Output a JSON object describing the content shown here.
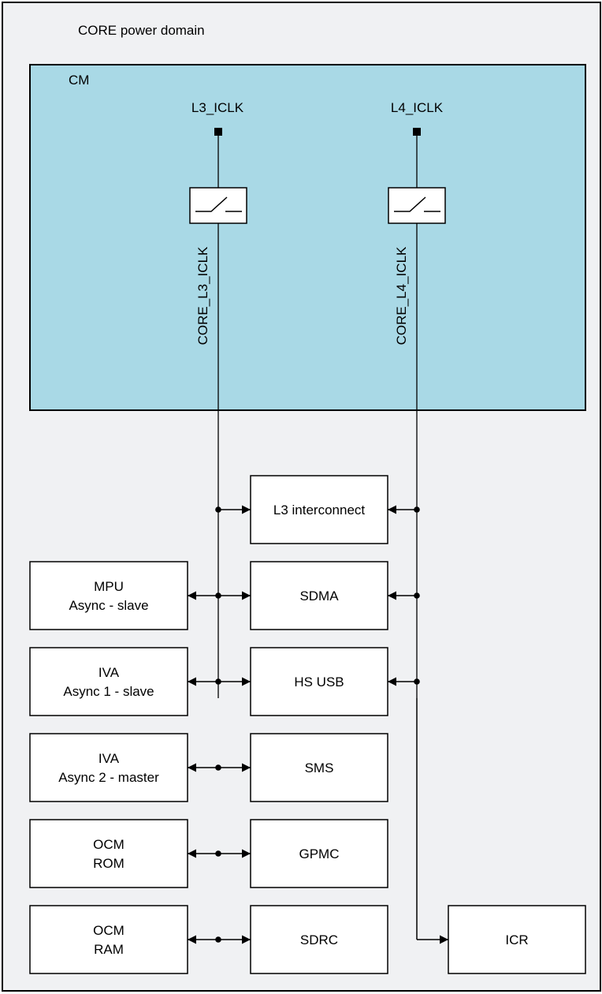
{
  "domain_title": "CORE power domain",
  "cm": {
    "title": "CM",
    "clocks": [
      {
        "input": "L3_ICLK",
        "output": "CORE_L3_ICLK"
      },
      {
        "input": "L4_ICLK",
        "output": "CORE_L4_ICLK"
      }
    ]
  },
  "middle_blocks": [
    {
      "lines": [
        "L3 interconnect"
      ]
    },
    {
      "lines": [
        "SDMA"
      ]
    },
    {
      "lines": [
        "HS USB"
      ]
    },
    {
      "lines": [
        "SMS"
      ]
    },
    {
      "lines": [
        "GPMC"
      ]
    },
    {
      "lines": [
        "SDRC"
      ]
    }
  ],
  "left_blocks": [
    {
      "lines": [
        "MPU",
        "Async - slave"
      ]
    },
    {
      "lines": [
        "IVA",
        "Async 1 - slave"
      ]
    },
    {
      "lines": [
        "IVA",
        "Async 2 - master"
      ]
    },
    {
      "lines": [
        "OCM",
        "ROM"
      ]
    },
    {
      "lines": [
        "OCM",
        "RAM"
      ]
    }
  ],
  "right_block": {
    "lines": [
      "ICR"
    ]
  },
  "colors": {
    "domain_fill": "#f0f1f3",
    "cm_fill": "#a9d9e6",
    "block_fill": "#ffffff",
    "stroke": "#000000"
  }
}
